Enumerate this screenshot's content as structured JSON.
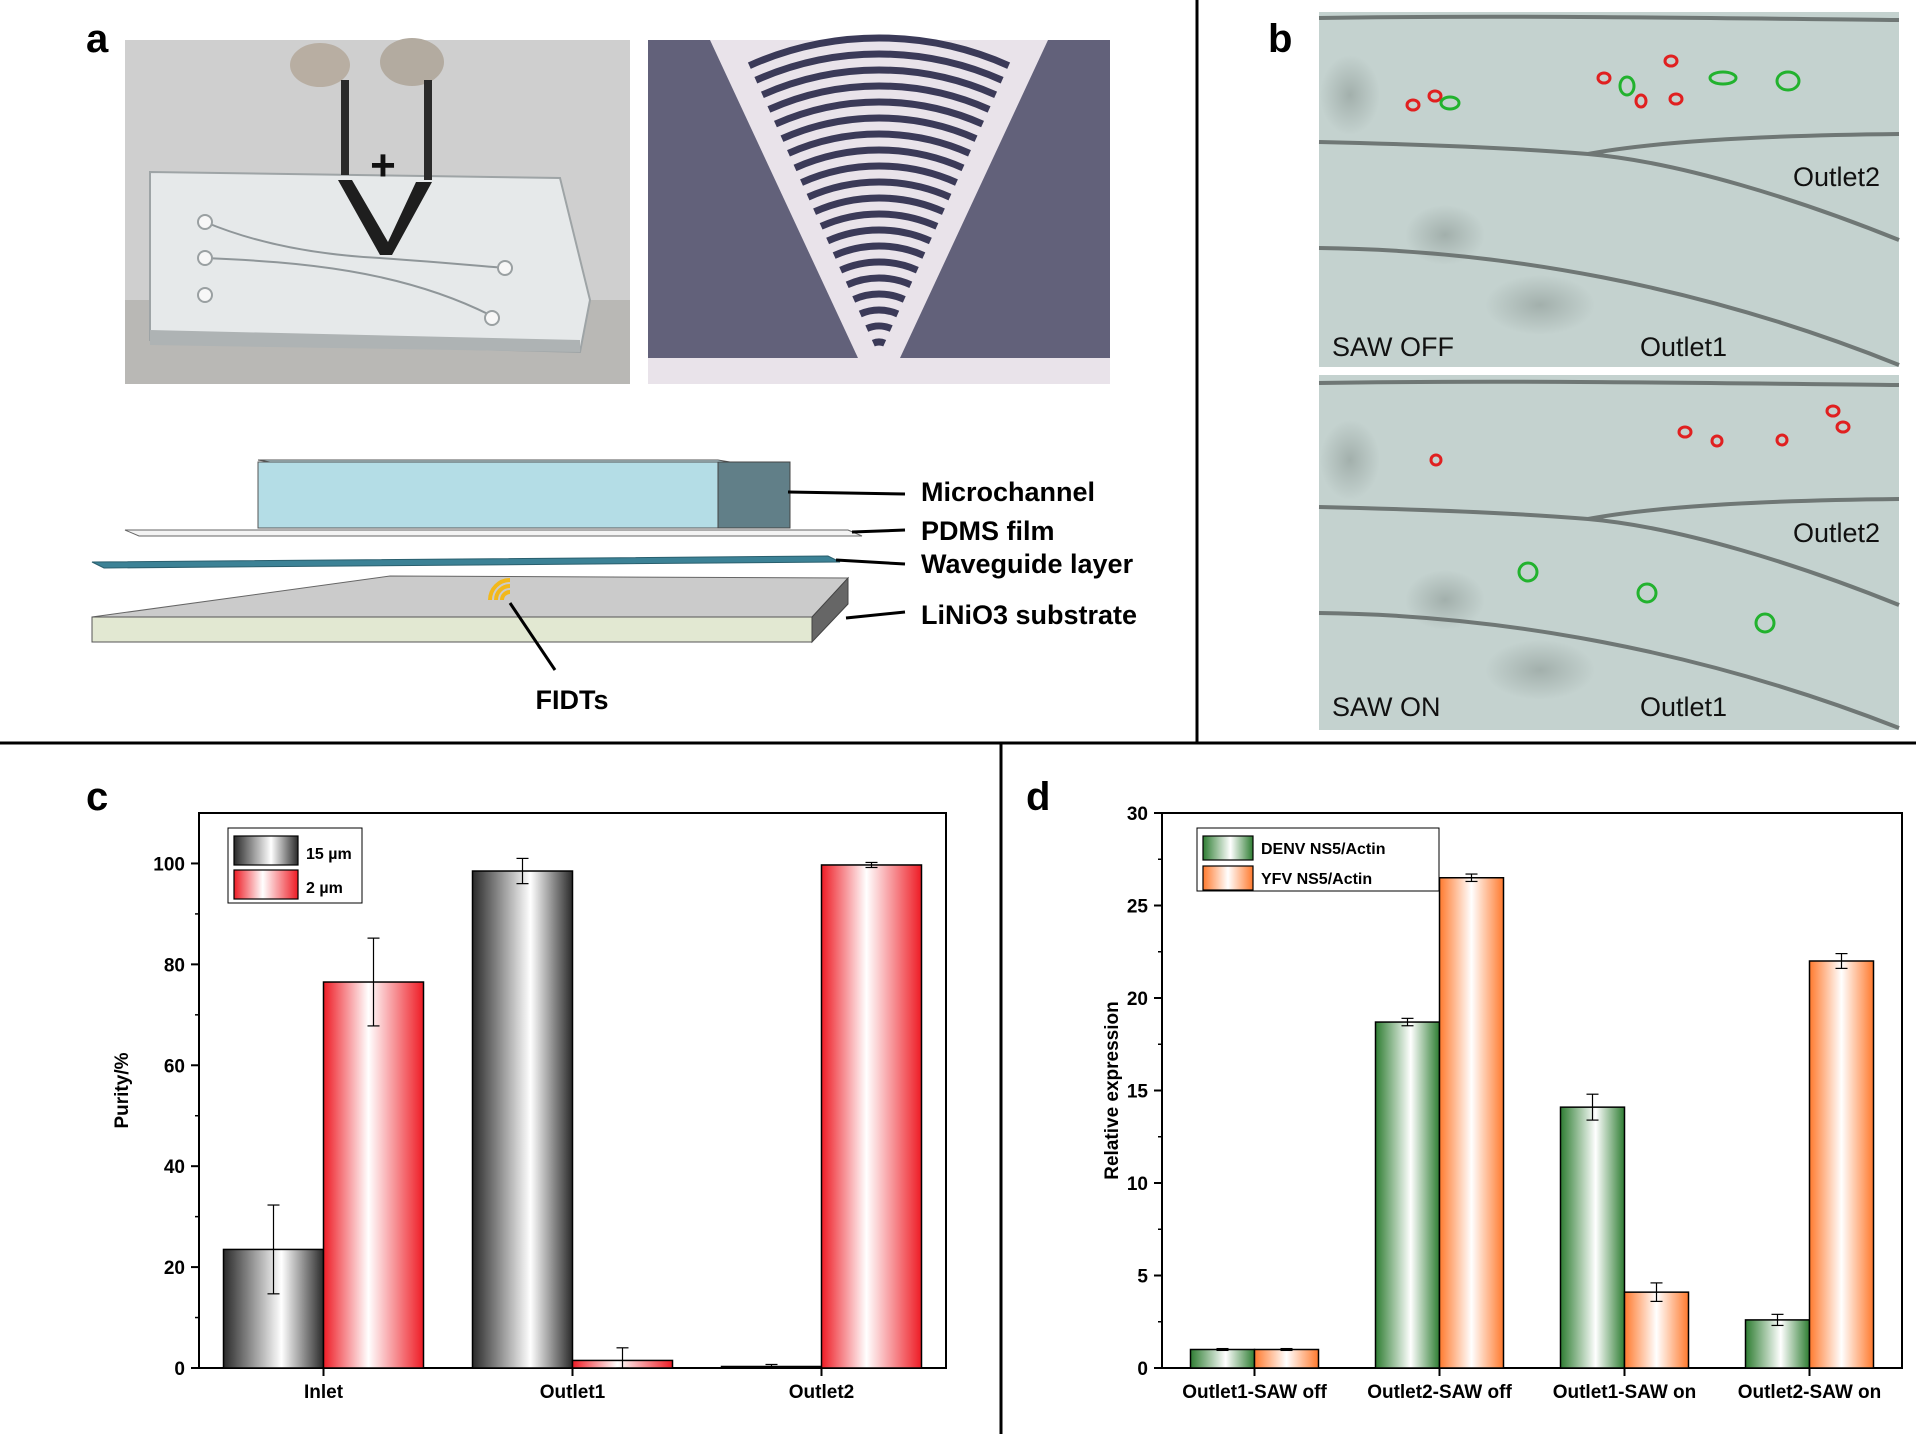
{
  "panels": {
    "a": {
      "label": "a"
    },
    "b": {
      "label": "b"
    },
    "c": {
      "label": "c"
    },
    "d": {
      "label": "d"
    }
  },
  "diagram": {
    "device_cross": "+",
    "layers": [
      "Microchannel",
      "PDMS film",
      "Waveguide layer",
      "LiNiO3 substrate"
    ],
    "fidt_label": "FIDTs"
  },
  "micrographs": [
    {
      "state": "SAW OFF",
      "outlet1": "Outlet1",
      "outlet2": "Outlet2"
    },
    {
      "state": "SAW ON",
      "outlet1": "Outlet1",
      "outlet2": "Outlet2"
    }
  ],
  "colors": {
    "gray_bar": "#3a3a3a",
    "red_bar": "#ee1c25",
    "green_bar": "#2e7d32",
    "orange_bar": "#ff7a2e",
    "marker_red": "#e02020",
    "marker_green": "#22b22e"
  },
  "chart_data": [
    {
      "type": "bar",
      "panel": "c",
      "ylabel": "Purity/%",
      "xlabel": "",
      "categories": [
        "Inlet",
        "Outlet1",
        "Outlet2"
      ],
      "series": [
        {
          "name": "15 µm",
          "values": [
            23.5,
            98.5,
            0.3
          ],
          "errors": [
            8.8,
            2.5,
            0.4
          ]
        },
        {
          "name": "2 µm",
          "values": [
            76.5,
            1.5,
            99.7
          ],
          "errors": [
            8.7,
            2.5,
            0.5
          ]
        }
      ],
      "ylim": [
        0,
        110
      ],
      "yticks": [
        0,
        20,
        40,
        60,
        80,
        100
      ],
      "legend": "top-left"
    },
    {
      "type": "bar",
      "panel": "d",
      "ylabel": "Relative expression",
      "xlabel": "",
      "categories": [
        "Outlet1-SAW off",
        "Outlet2-SAW off",
        "Outlet1-SAW on",
        "Outlet2-SAW on"
      ],
      "series": [
        {
          "name": "DENV NS5/Actin",
          "values": [
            1.0,
            18.7,
            14.1,
            2.6
          ],
          "errors": [
            0.05,
            0.2,
            0.7,
            0.3
          ]
        },
        {
          "name": "YFV NS5/Actin",
          "values": [
            1.0,
            26.5,
            4.1,
            22.0
          ],
          "errors": [
            0.05,
            0.2,
            0.5,
            0.4
          ]
        }
      ],
      "ylim": [
        0,
        30
      ],
      "yticks": [
        0,
        5,
        10,
        15,
        20,
        25,
        30
      ],
      "legend": "top-left"
    }
  ]
}
